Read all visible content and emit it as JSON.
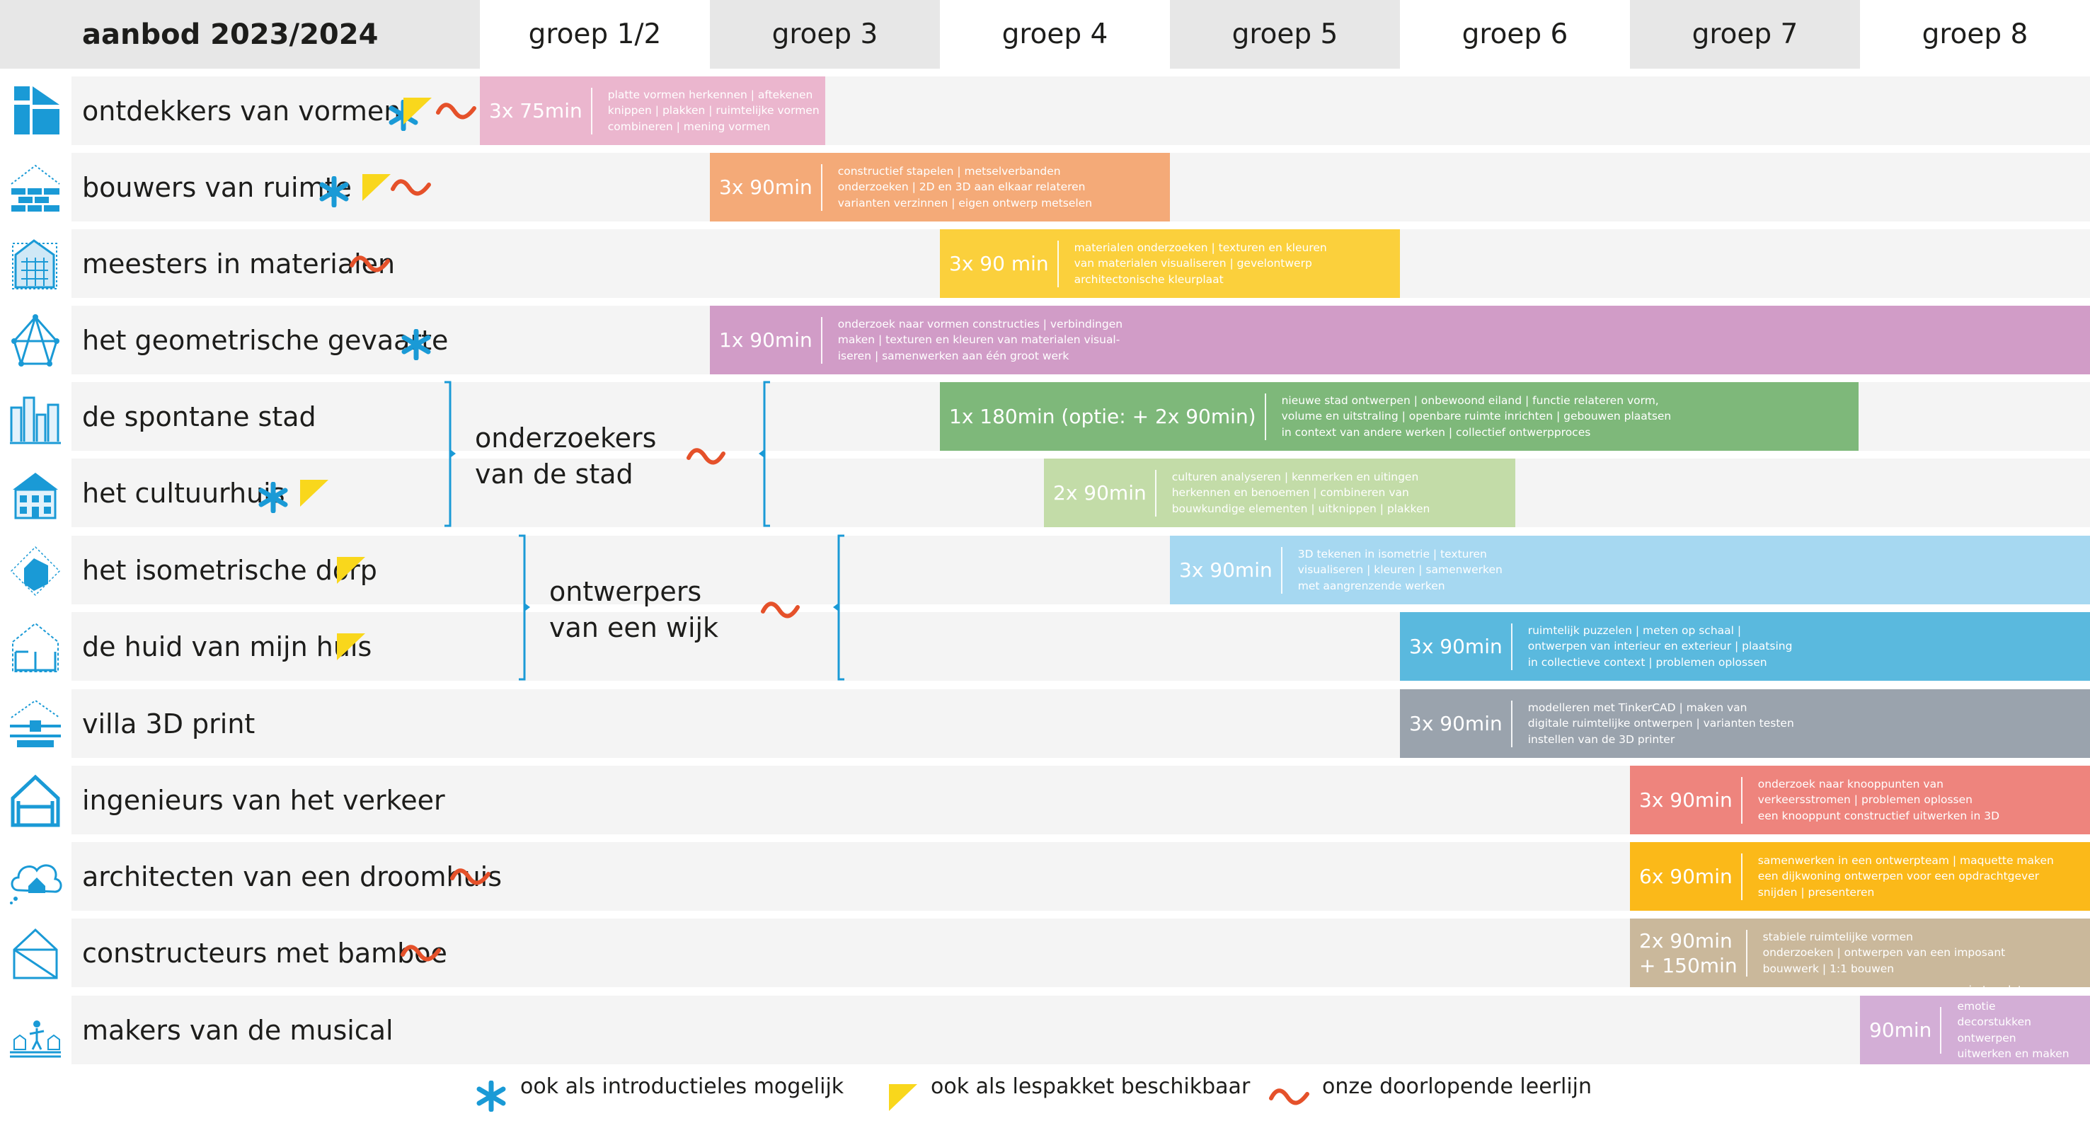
{
  "header": {
    "title": "aanbod 2023/2024",
    "groups": [
      "groep 1/2",
      "groep 3",
      "groep 4",
      "groep 5",
      "groep 6",
      "groep 7",
      "groep 8"
    ]
  },
  "colors": {
    "blue_star": "#1a9ad6",
    "yellow_flag": "#f9d71c",
    "orange_wave": "#e5512a",
    "bracket": "#1a9ad6"
  },
  "rows": [
    {
      "label": "ontdekkers van vormen",
      "icon": "cube-pieces-icon",
      "markers": [
        "star",
        "flag",
        "wave"
      ],
      "duration": "3x 75min",
      "description": "platte vormen herkennen | aftekenen\nknippen | plakken | ruimtelijke vormen\ncombineren | mening vormen",
      "color": "#ebb6ce"
    },
    {
      "label": "bouwers van ruimte",
      "icon": "brick-wall-icon",
      "markers": [
        "star",
        "flag",
        "wave"
      ],
      "duration": "3x 90min",
      "description": "constructief stapelen | metselverbanden\nonderzoeken | 2D en 3D aan elkaar relateren\nvarianten verzinnen | eigen ontwerp metselen",
      "color": "#f4aa78"
    },
    {
      "label": "meesters in materialen",
      "icon": "facade-icon",
      "markers": [
        "wave"
      ],
      "duration": "3x 90 min",
      "description": "materialen onderzoeken | texturen en kleuren\nvan materialen visualiseren | gevelontwerp\narchitectonische kleurplaat",
      "color": "#fbd03c"
    },
    {
      "label": "het geometrische gevaarte",
      "icon": "geometric-frame-icon",
      "markers": [
        "star"
      ],
      "duration": "1x 90min",
      "description": "onderzoek naar vormen constructies | verbindingen\nmaken | texturen en kleuren van materialen visual-\niseren | samenwerken aan één groot werk",
      "color": "#d19cc7"
    },
    {
      "label": "de spontane stad",
      "icon": "city-skyline-icon",
      "markers": [],
      "duration": "1x 180min (optie: + 2x 90min)",
      "description": "nieuwe stad ontwerpen | onbewoond eiland | functie relateren vorm,\nvolume en uitstraling | openbare ruimte inrichten | gebouwen plaatsen\nin context van andere werken | collectief ontwerpproces",
      "color": "#7eb87a"
    },
    {
      "label": "het cultuurhuis",
      "icon": "town-house-icon",
      "markers": [
        "star",
        "flag"
      ],
      "duration": "2x 90min",
      "description": "culturen analyseren | kenmerken en uitingen\nherkennen en benoemen | combineren van\nbouwkundige elementen | uitknippen | plakken",
      "color": "#c3dca8"
    },
    {
      "label": "het isometrische dorp",
      "icon": "isometric-house-icon",
      "markers": [
        "flag"
      ],
      "duration": "3x 90min",
      "description": "3D tekenen in isometrie | texturen\nvisualiseren | kleuren | samenwerken\nmet aangrenzende werken",
      "color": "#a6d8f1"
    },
    {
      "label": "de huid van mijn huis",
      "icon": "house-section-icon",
      "markers": [
        "flag"
      ],
      "duration": "3x 90min",
      "description": "ruimtelijk puzzelen | meten op schaal |\nontwerpen van interieur en exterieur | plaatsing\nin collectieve context | problemen oplossen",
      "color": "#5ab9de"
    },
    {
      "label": "villa 3D print",
      "icon": "3d-printer-icon",
      "markers": [],
      "duration": "3x 90min",
      "description": "modelleren met TinkerCAD | maken van\ndigitale ruimtelijke ontwerpen | varianten testen\ninstellen van de 3D printer",
      "color": "#9aa3ad"
    },
    {
      "label": "ingenieurs van het verkeer",
      "icon": "junction-house-icon",
      "markers": [],
      "duration": "3x 90min",
      "description": "onderzoek naar knooppunten van\nverkeersstromen | problemen oplossen\neen knooppunt constructief uitwerken in 3D",
      "color": "#ee847d"
    },
    {
      "label": "architecten van een droomhuis",
      "icon": "dream-cloud-house-icon",
      "markers": [
        "wave"
      ],
      "duration": "6x 90min",
      "description": "samenwerken in een ontwerpteam | maquette maken\neen dijkwoning ontwerpen voor een opdrachtgever\nsnijden | presenteren",
      "color": "#fbb919"
    },
    {
      "label": "constructeurs met bamboe",
      "icon": "bamboe-frame-icon",
      "markers": [
        "wave"
      ],
      "duration": "2x 90min\n+ 150min",
      "description": "stabiele ruimtelijke vormen\nonderzoeken | ontwerpen van een imposant\nbouwwerk | 1:1 bouwen",
      "color": "#cab89b"
    },
    {
      "label": "makers van de musical",
      "icon": "stage-performer-icon",
      "markers": [],
      "duration": "90min",
      "description": "ruimte relateren aan emotie\ndecorstukken ontwerpen\nuitwerken en maken decor",
      "color": "#d3aed6"
    }
  ],
  "clusters": [
    {
      "label": "onderzoekers\nvan de stad"
    },
    {
      "label": "ontwerpers\nvan een wijk"
    }
  ],
  "legend": [
    {
      "icon": "star",
      "text": "ook als introductieles mogelijk"
    },
    {
      "icon": "flag",
      "text": "ook als lespakket beschikbaar"
    },
    {
      "icon": "wave",
      "text": "onze doorlopende leerlijn"
    }
  ]
}
